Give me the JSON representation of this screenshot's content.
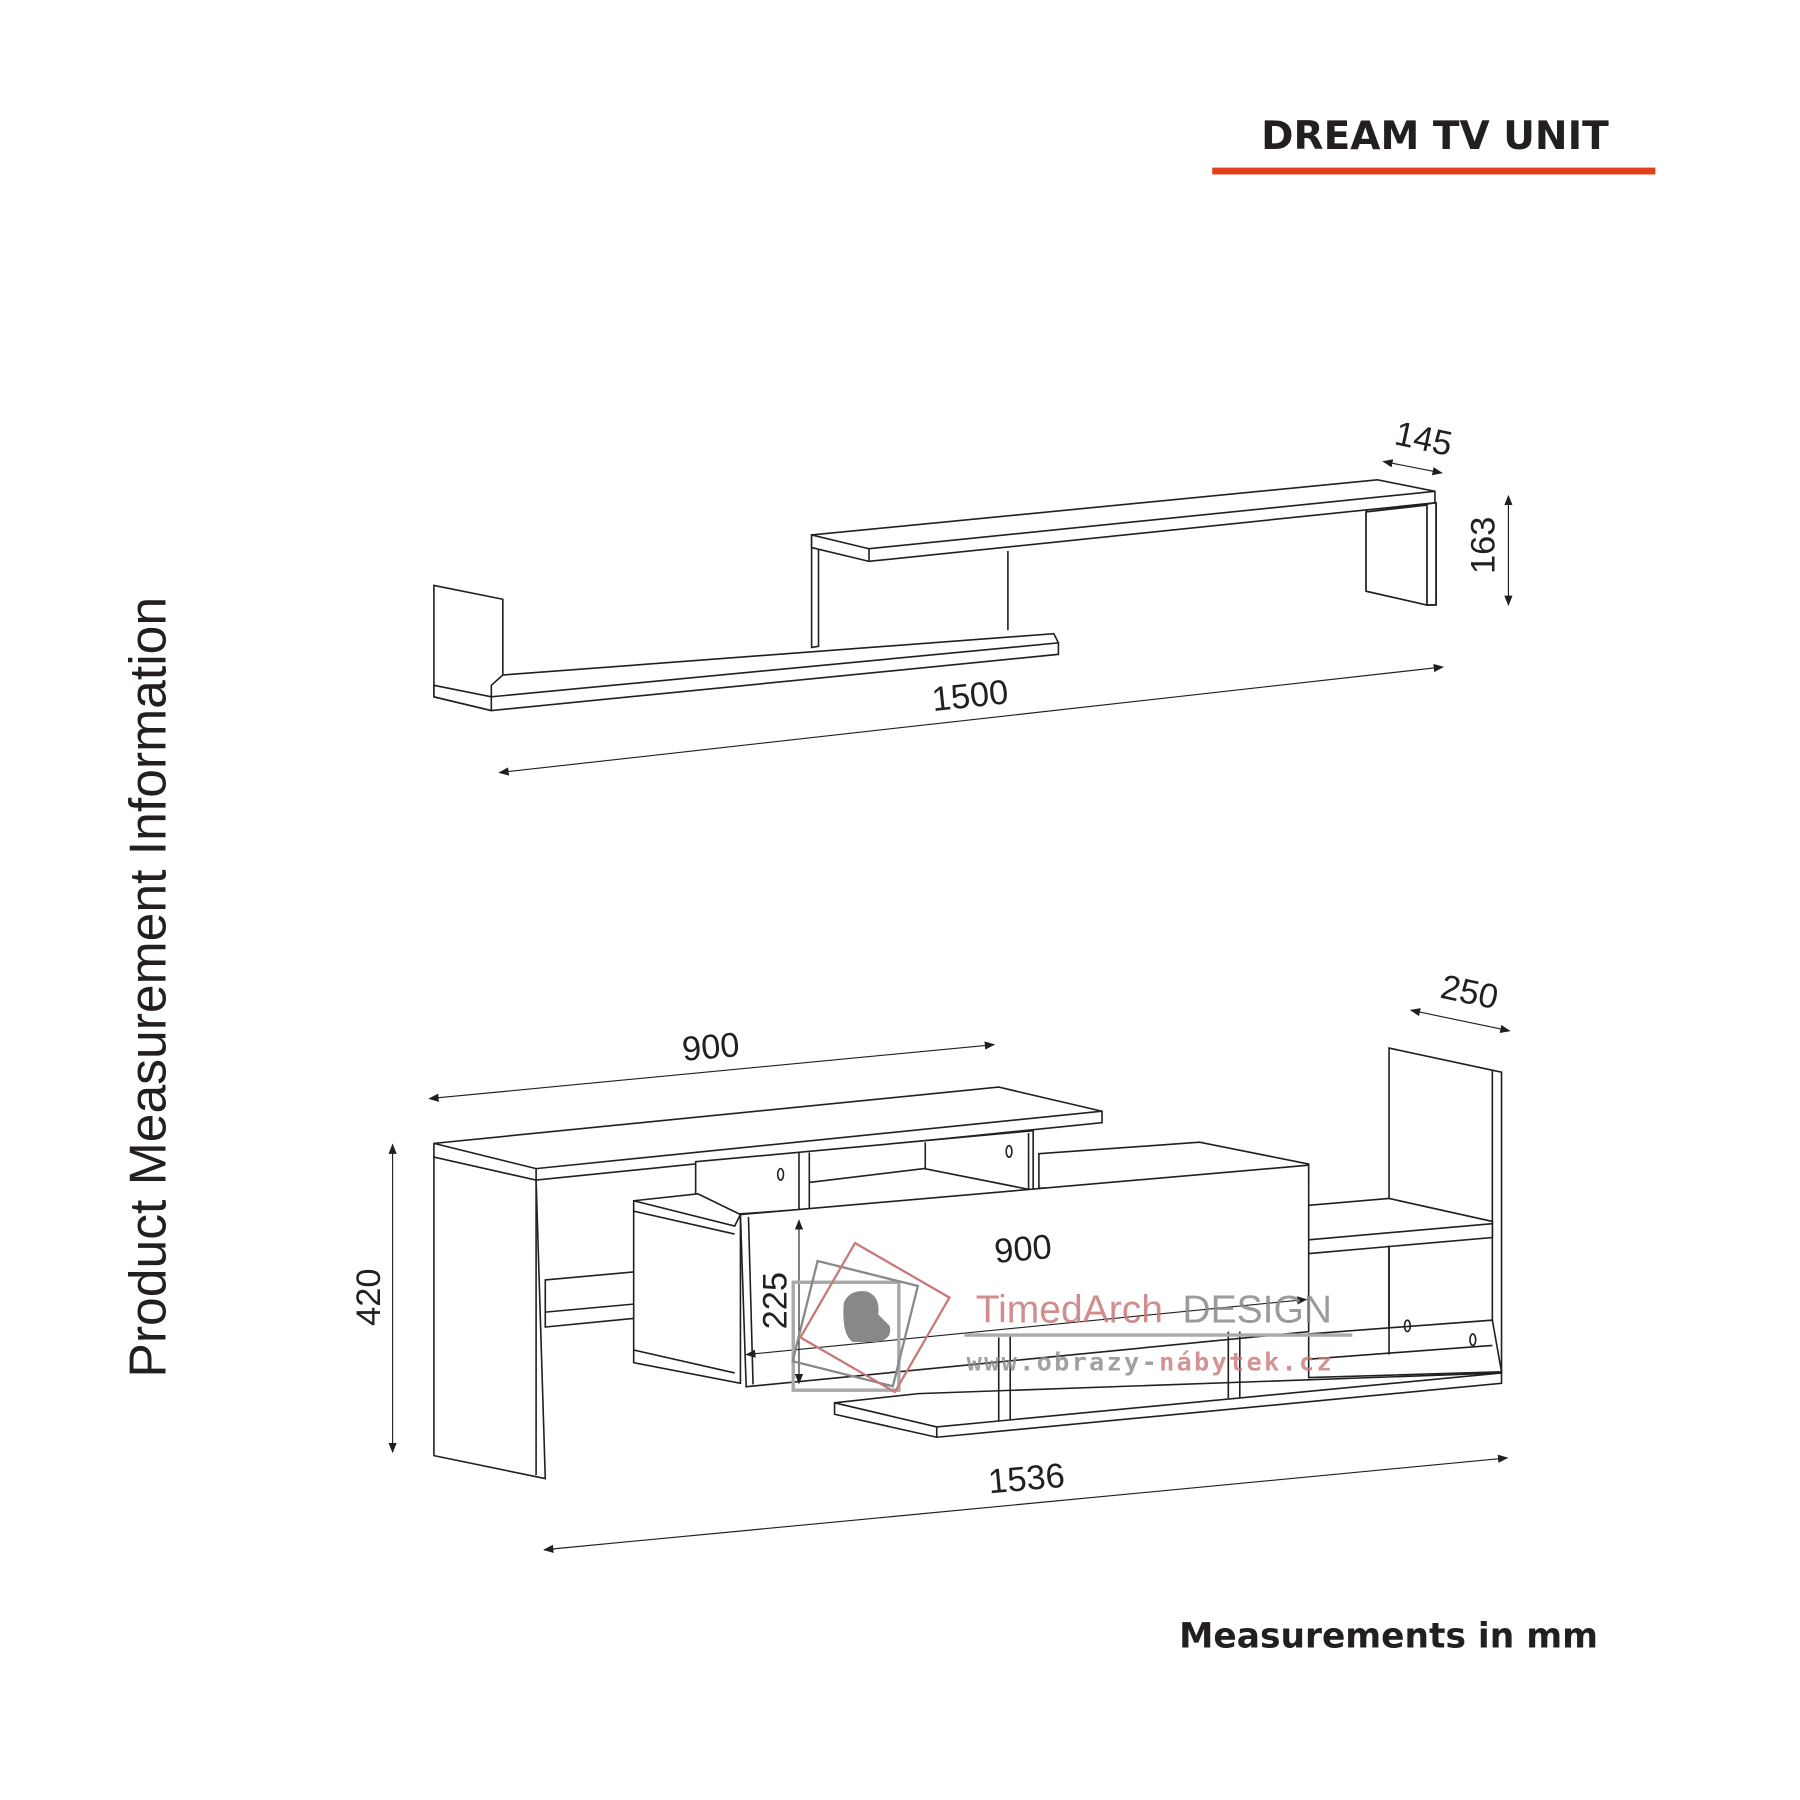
{
  "title": "DREAM TV UNIT",
  "accent_color": "#e2401c",
  "side_label": "Product Measurement Information",
  "units_note": "Measurements in mm",
  "wall_shelf": {
    "depth": "145",
    "height": "163",
    "width": "1500"
  },
  "tv_unit": {
    "top_width": "900",
    "depth": "250",
    "height": "420",
    "door_height": "225",
    "door_width": "900",
    "width": "1536"
  },
  "watermark": {
    "brand_a": "TimedArch",
    "brand_b": "DESIGN",
    "url_a": "www.obrazy-",
    "url_b": "nábytek.cz"
  }
}
